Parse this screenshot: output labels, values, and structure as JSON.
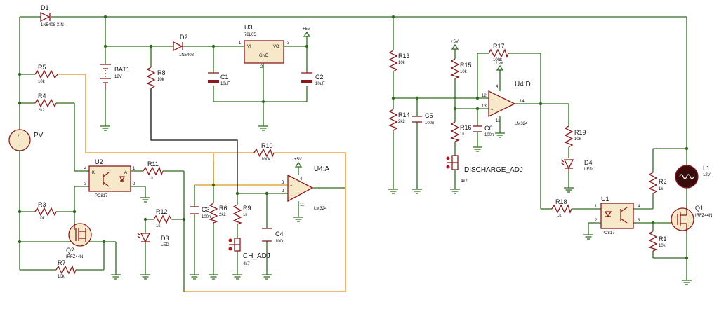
{
  "diagram": {
    "colors": {
      "wire": "#2e6b1f",
      "component": "#8b1a1a",
      "body_fill": "#f6e8c8",
      "orange_wire": "#e0901e",
      "black_wire": "#111111"
    },
    "components": {
      "D1": {
        "ref": "D1",
        "value": "1N5408 X N"
      },
      "D2": {
        "ref": "D2",
        "value": "1N5408"
      },
      "U3": {
        "ref": "U3",
        "value": "78L05",
        "vi": "VI",
        "vo": "VO",
        "gnd": "GND",
        "p1": "1",
        "p2": "2",
        "p3": "3"
      },
      "BAT1": {
        "ref": "BAT1",
        "value": "12V"
      },
      "R8": {
        "ref": "R8",
        "value": "10k"
      },
      "C1": {
        "ref": "C1",
        "value": "10uF"
      },
      "C2": {
        "ref": "C2",
        "value": "10uF"
      },
      "R5": {
        "ref": "R5",
        "value": "10k"
      },
      "R4": {
        "ref": "R4",
        "value": "2k2"
      },
      "PV": {
        "ref": "PV"
      },
      "U2": {
        "ref": "U2",
        "value": "PC817",
        "k": "K",
        "a": "A",
        "p1": "1",
        "p2": "2",
        "p3": "3",
        "p4": "4"
      },
      "R11": {
        "ref": "R11",
        "value": "1k"
      },
      "R12": {
        "ref": "R12",
        "value": "1k"
      },
      "D3": {
        "ref": "D3",
        "value": "LED"
      },
      "R3": {
        "ref": "R3",
        "value": "10k"
      },
      "Q2": {
        "ref": "Q2",
        "value": "IRFZ44N"
      },
      "R7": {
        "ref": "R7",
        "value": "10k"
      },
      "R10": {
        "ref": "R10",
        "value": "100k"
      },
      "U4A": {
        "ref": "U4:A",
        "value": "LM324",
        "p1": "1",
        "p2": "2",
        "p3": "3",
        "p4": "4",
        "p11": "11"
      },
      "C3": {
        "ref": "C3",
        "value": "100n"
      },
      "R6": {
        "ref": "R6",
        "value": "2k2"
      },
      "R9": {
        "ref": "R9",
        "value": "1k"
      },
      "CH_ADJ": {
        "ref": "CH_ADJ",
        "value": "4k7"
      },
      "C4": {
        "ref": "C4",
        "value": "100n"
      },
      "R13": {
        "ref": "R13",
        "value": "10k"
      },
      "R14": {
        "ref": "R14",
        "value": "2k2"
      },
      "C5": {
        "ref": "C5",
        "value": "100n"
      },
      "R15": {
        "ref": "R15",
        "value": "10k"
      },
      "R16": {
        "ref": "R16",
        "value": "1k"
      },
      "C6": {
        "ref": "C6",
        "value": "100n"
      },
      "DISCHARGE_ADJ": {
        "ref": "DISCHARGE_ADJ",
        "value": "4k7"
      },
      "R17": {
        "ref": "R17",
        "value": "100k"
      },
      "U4D": {
        "ref": "U4:D",
        "value": "LM324",
        "p12": "12",
        "p13": "13",
        "p14": "14",
        "p4": "4",
        "p11": "11"
      },
      "R19": {
        "ref": "R19",
        "value": "10k"
      },
      "D4": {
        "ref": "D4",
        "value": "LED"
      },
      "R18": {
        "ref": "R18",
        "value": "1k"
      },
      "U1": {
        "ref": "U1",
        "value": "PC817",
        "p1": "1",
        "p2": "2",
        "p3": "3",
        "p4": "4"
      },
      "R2": {
        "ref": "R2",
        "value": "1k"
      },
      "L1": {
        "ref": "L1",
        "value": "12V"
      },
      "Q1": {
        "ref": "Q1",
        "value": "IRFZ44N"
      },
      "R1": {
        "ref": "R1",
        "value": "10k"
      }
    },
    "supply_label": "+5V"
  }
}
